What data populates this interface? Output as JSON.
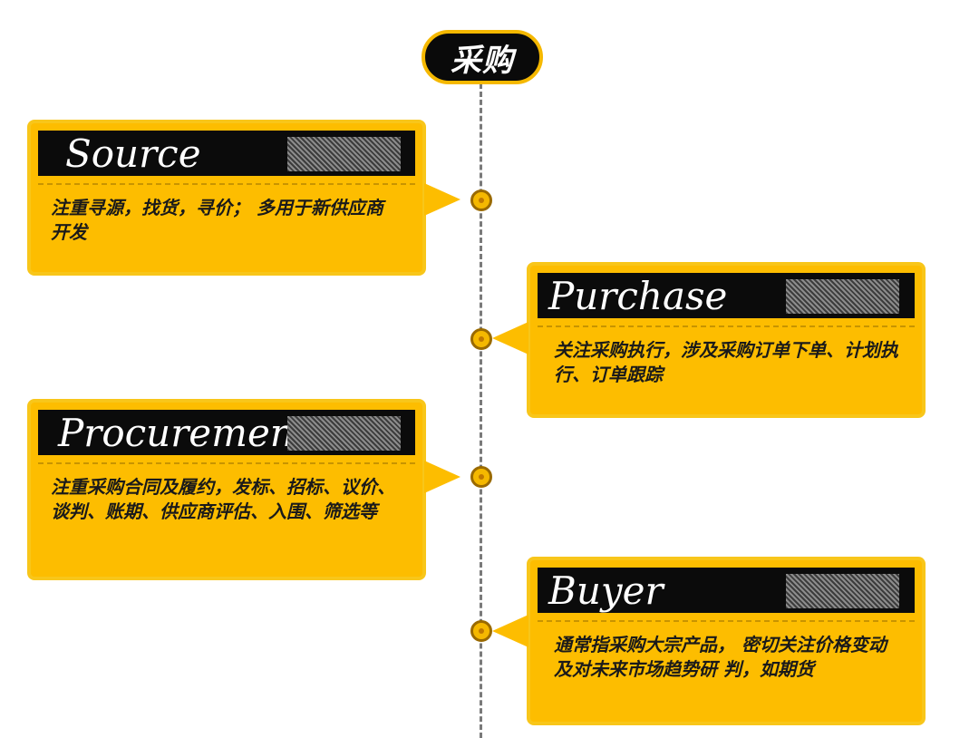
{
  "title": "采购",
  "items": [
    {
      "term": "Source",
      "description": "注重寻源，找货，寻价； 多用于新供应商开发"
    },
    {
      "term": "Purchase",
      "description": "关注采购执行，涉及采购订单下单、计划执行、订单跟踪"
    },
    {
      "term": "Procurement",
      "description": "注重采购合同及履约，发标、招标、议价、谈判、账期、供应商评估、入围、筛选等"
    },
    {
      "term": "Buyer",
      "description": "通常指采购大宗产品， 密切关注价格变动及对未来市场趋势研 判，如期货"
    }
  ],
  "colors": {
    "accent": "#fdbd00",
    "header": "#0b0b0b",
    "line": "#7a7a7a"
  }
}
